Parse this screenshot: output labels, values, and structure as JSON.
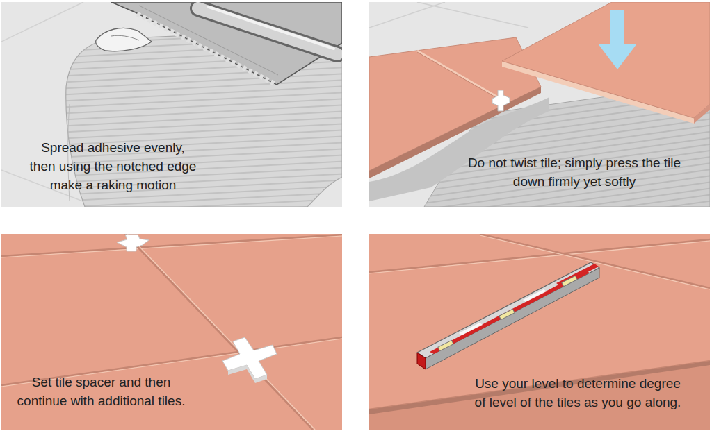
{
  "diagram": {
    "nodes": [
      {
        "text": [
          "Spread adhesive evenly, then using the notched edge make a raking motion"
        ]
      },
      {
        "text": [
          "Do not twist tile; simply press the tile down firmly yet softly"
        ]
      },
      {
        "text": [
          "Set tile spacer and then continue with additional tiles."
        ]
      },
      {
        "text": [
          "Use your level to determine degree of level of the tiles as you go along."
        ]
      }
    ]
  }
}
